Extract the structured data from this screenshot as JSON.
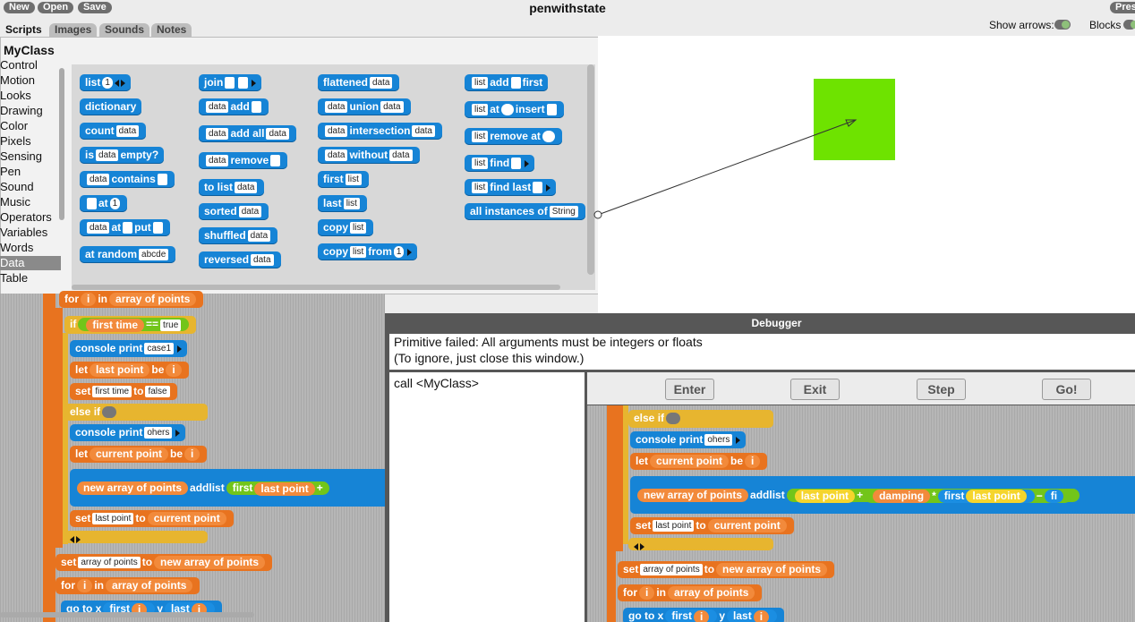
{
  "app": {
    "project_title": "penwithstate",
    "buttons": {
      "new": "New",
      "open": "Open",
      "save": "Save",
      "present": "Pres"
    },
    "tabs": {
      "scripts": "Scripts",
      "images": "Images",
      "sounds": "Sounds",
      "notes": "Notes"
    },
    "show_arrows": "Show arrows:",
    "blocks": "Blocks"
  },
  "palette": {
    "class_name": "MyClass",
    "categories": [
      "Control",
      "Motion",
      "Looks",
      "Drawing",
      "Color",
      "Pixels",
      "Sensing",
      "Pen",
      "Sound",
      "Music",
      "Operators",
      "Variables",
      "Words",
      "Data",
      "Table"
    ],
    "selected": "Data",
    "blocks": {
      "list": "list",
      "one": "1",
      "dictionary": "dictionary",
      "count": "count",
      "data": "data",
      "is": "is",
      "empty": "empty?",
      "contains": "contains",
      "at": "at",
      "put": "put",
      "at_random": "at random",
      "abcde": "abcde",
      "join": "join",
      "add": "add",
      "add_all": "add all",
      "remove": "remove",
      "to_list": "to list",
      "sorted": "sorted",
      "shuffled": "shuffled",
      "reversed": "reversed",
      "flattened": "flattened",
      "union": "union",
      "intersection": "intersection",
      "without": "without",
      "first": "first",
      "last": "last",
      "copy": "copy",
      "from": "from",
      "list_kw": "list",
      "add_first": "first",
      "insert": "insert",
      "remove_at": "remove at",
      "find": "find",
      "find_last": "find last",
      "all_instances_of": "all instances of",
      "string": "String"
    }
  },
  "script": {
    "for": "for",
    "i": "i",
    "in": "in",
    "array_of_points": "array of points",
    "if": "if",
    "first_time": "first time",
    "eq": "==",
    "true": "true",
    "console_print": "console print",
    "case1": "case1",
    "let": "let",
    "last_point": "last point",
    "be": "be",
    "set": "set",
    "to": "to",
    "false": "false",
    "else_if": "else if",
    "others": "ohers",
    "current_point": "current point",
    "new_array_of_points": "new array of points",
    "add": "add",
    "list": "list",
    "first": "first",
    "plus": "+",
    "go_to_x": "go to x",
    "y": "y",
    "last": "last",
    "damping": "damping",
    "times": "*",
    "minus": "−",
    "fi": "fi"
  },
  "debugger": {
    "title": "Debugger",
    "message_line1": "Primitive failed: All arguments must be integers or floats",
    "message_line2": "(To ignore, just close this window.)",
    "stack_item": "call <MyClass>",
    "buttons": {
      "enter": "Enter",
      "exit": "Exit",
      "step": "Step",
      "go": "Go!"
    }
  }
}
